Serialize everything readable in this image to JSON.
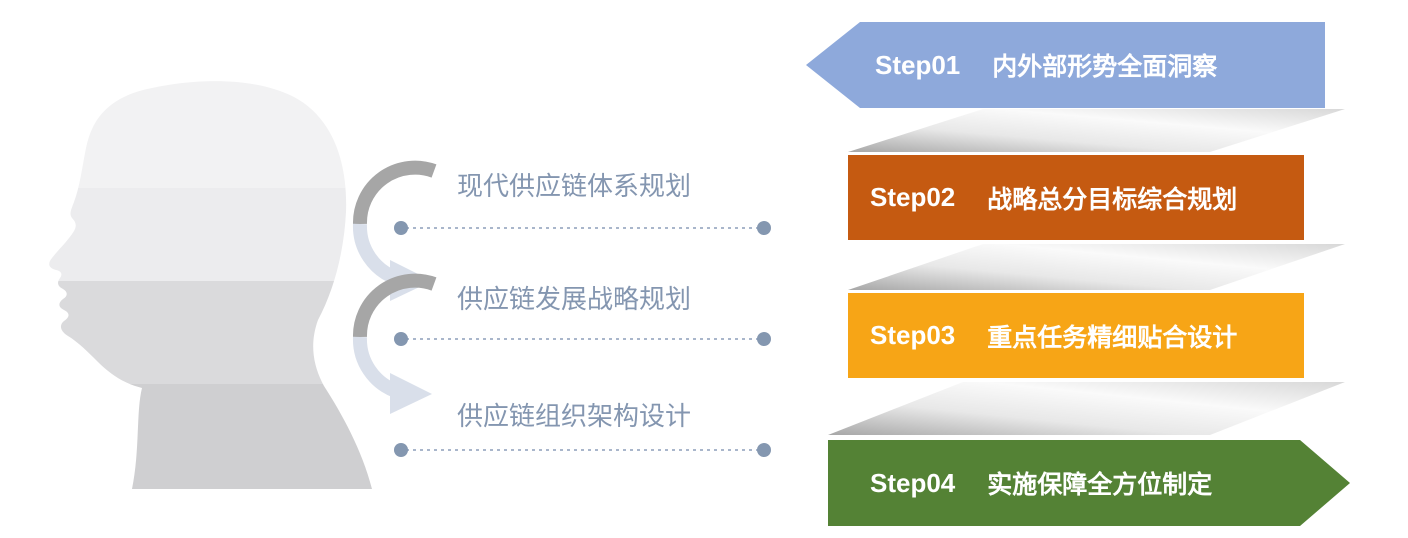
{
  "palette": {
    "background": "#FFFFFF",
    "mid_text": "#8496B0",
    "dot": "#8497B0",
    "dash": "#A9B6CB",
    "arrow_dark": "#A6A6A6",
    "arrow_light": "#D9DFEA",
    "head_band_1": "#F2F2F3",
    "head_band_2": "#ECECEE",
    "head_band_3": "#DADADC",
    "head_band_4": "#CFCFD1",
    "shadow_stop_1": "#A7A7A7",
    "shadow_stop_2": "#E8E8E8",
    "shadow_stop_3": "#FAFAFA",
    "shadow_stop_4": "#D8D8D8"
  },
  "icons": {
    "head": "head-profile-silhouette",
    "arrow": "curved-down-arrow"
  },
  "planning_items": [
    {
      "label": "现代供应链体系规划"
    },
    {
      "label": "供应链发展战略规划"
    },
    {
      "label": "供应链组织架构设计"
    }
  ],
  "steps": [
    {
      "label": "Step01",
      "title": "内外部形势全面洞察",
      "color": "#8EA9DB",
      "shape": "arrow-left"
    },
    {
      "label": "Step02",
      "title": "战略总分目标综合规划",
      "color": "#C55A11",
      "shape": "rect"
    },
    {
      "label": "Step03",
      "title": "重点任务精细贴合设计",
      "color": "#F7A516",
      "shape": "rect"
    },
    {
      "label": "Step04",
      "title": "实施保障全方位制定",
      "color": "#548235",
      "shape": "arrow-right"
    }
  ]
}
